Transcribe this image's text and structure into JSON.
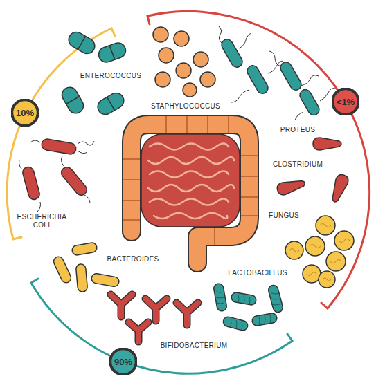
{
  "diagram": {
    "nodes": [
      {
        "text": [
          "10%"
        ]
      },
      {
        "text": [
          "<1%"
        ]
      },
      {
        "text": [
          "90%"
        ]
      }
    ],
    "labels": [
      "ENTEROCOCCUS",
      "STAPHYLOCOCCUS",
      "PROTEUS",
      "CLOSTRIDIUM",
      "FUNGUS",
      "ESCHERICHIA COLI",
      "BACTEROIDES",
      "LACTOBACILLUS",
      "BIFIDOBACTERIUM"
    ]
  }
}
